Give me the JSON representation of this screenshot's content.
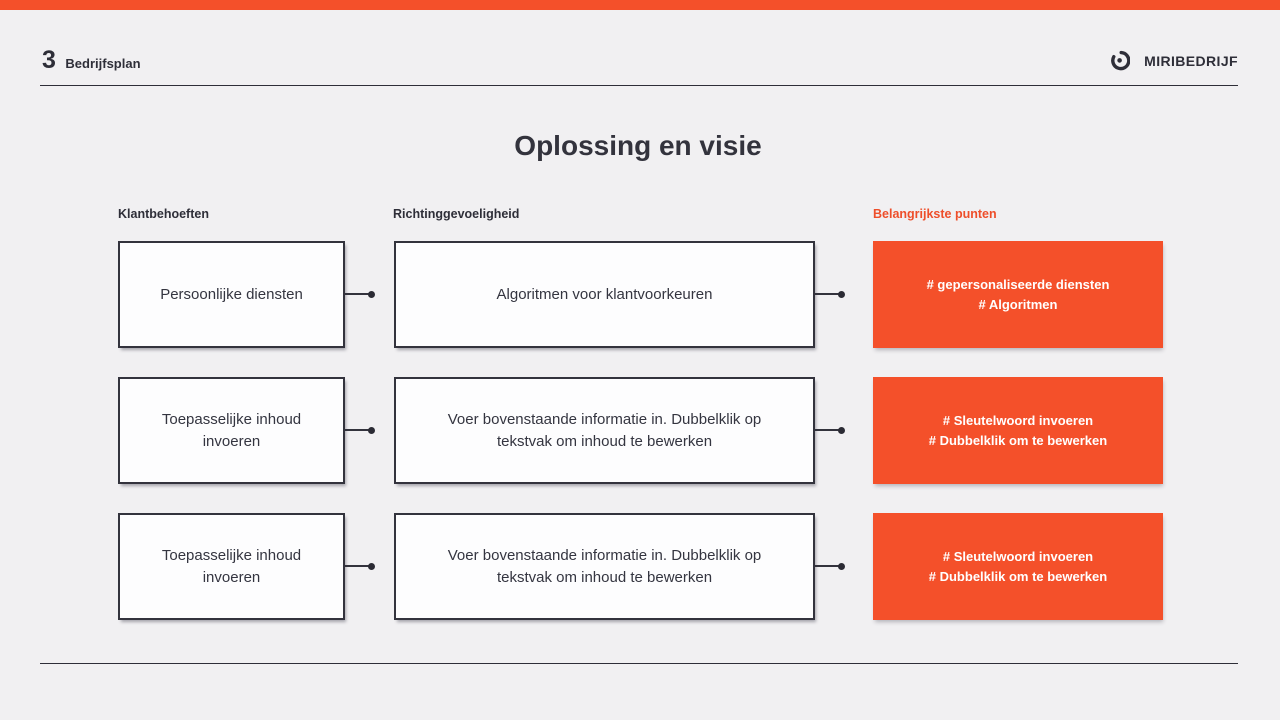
{
  "page": {
    "background_color": "#F1F0F2",
    "accent_color": "#F4502A",
    "title": "Oplossing en visie"
  },
  "header": {
    "slide_number": "3",
    "slide_label": "Bedrijfsplan",
    "brand_name": "MIRIBEDRIJF",
    "logo_icon": "swirl-logo-icon"
  },
  "columns": [
    {
      "label": "Klantbehoeften",
      "color": "#2E2E38"
    },
    {
      "label": "Richtinggevoeligheid",
      "color": "#2E2E38"
    },
    {
      "label": "Belangrijkste punten",
      "color": "#EE4E2A"
    }
  ],
  "rows": [
    {
      "need": "Persoonlijke diensten",
      "direction": "Algoritmen voor klantvoorkeuren",
      "keypoints": [
        "# gepersonaliseerde diensten",
        "# Algoritmen"
      ]
    },
    {
      "need": "Toepasselijke inhoud invoeren",
      "direction": "Voer bovenstaande informatie in. Dubbelklik op tekstvak om inhoud te bewerken",
      "keypoints": [
        "# Sleutelwoord invoeren",
        "# Dubbelklik om te bewerken"
      ]
    },
    {
      "need": "Toepasselijke inhoud invoeren",
      "direction": "Voer bovenstaande informatie in. Dubbelklik op tekstvak om inhoud te bewerken",
      "keypoints": [
        "# Sleutelwoord invoeren",
        "# Dubbelklik om te bewerken"
      ]
    }
  ]
}
